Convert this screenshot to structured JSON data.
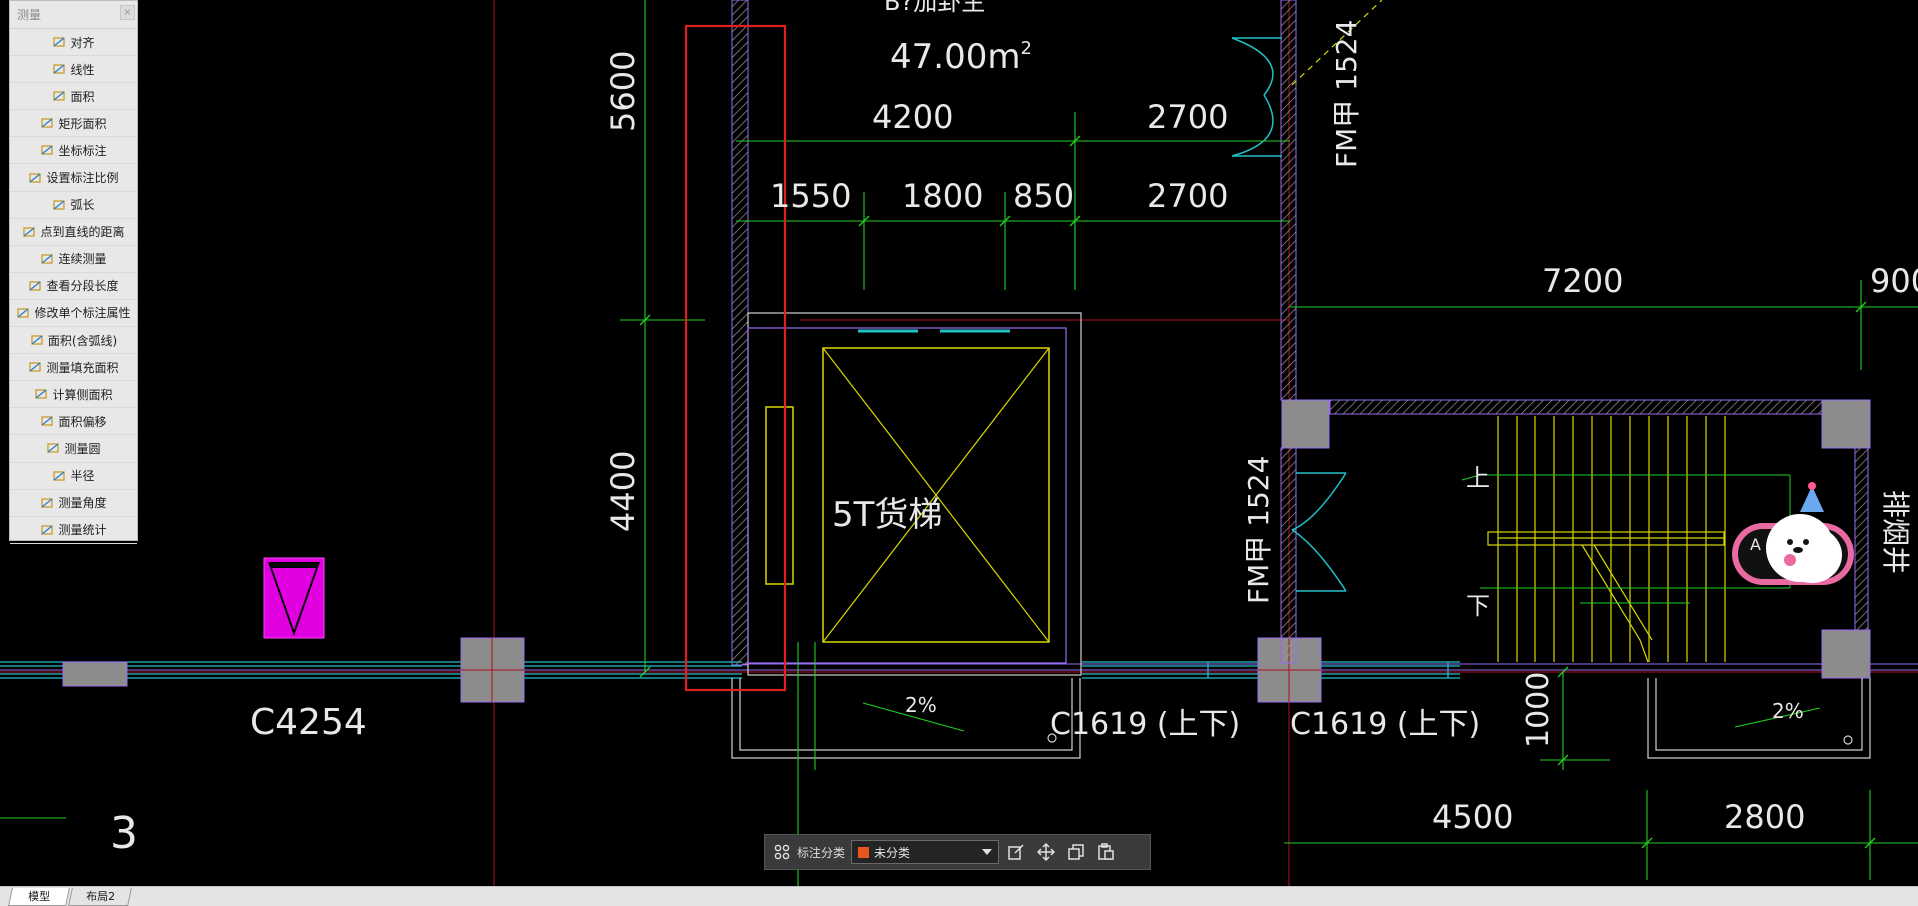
{
  "measure_panel": {
    "title": "测量",
    "tools": [
      {
        "label": "对齐",
        "icon": "align-dimension-icon"
      },
      {
        "label": "线性",
        "icon": "linear-dimension-icon"
      },
      {
        "label": "面积",
        "icon": "area-icon"
      },
      {
        "label": "矩形面积",
        "icon": "rect-area-icon"
      },
      {
        "label": "坐标标注",
        "icon": "coordinate-icon"
      },
      {
        "label": "设置标注比例",
        "icon": "scale-icon"
      },
      {
        "label": "弧长",
        "icon": "arc-length-icon"
      },
      {
        "label": "点到直线的距离",
        "icon": "point-line-distance-icon"
      },
      {
        "label": "连续测量",
        "icon": "continuous-measure-icon"
      },
      {
        "label": "查看分段长度",
        "icon": "segment-length-icon"
      },
      {
        "label": "修改单个标注属性",
        "icon": "edit-dimension-icon"
      },
      {
        "label": "面积(含弧线)",
        "icon": "arc-area-icon"
      },
      {
        "label": "测量填充面积",
        "icon": "hatch-area-icon"
      },
      {
        "label": "计算侧面积",
        "icon": "side-area-icon"
      },
      {
        "label": "面积偏移",
        "icon": "area-offset-icon"
      },
      {
        "label": "测量圆",
        "icon": "circle-measure-icon"
      },
      {
        "label": "半径",
        "icon": "radius-icon"
      },
      {
        "label": "测量角度",
        "icon": "angle-icon"
      },
      {
        "label": "测量统计",
        "icon": "statistics-icon"
      }
    ]
  },
  "drawing": {
    "room_area_value": "47.00m",
    "room_area_sup": "2",
    "room_name_partial": "B?加卦生",
    "dims_top_row1": [
      "4200",
      "2700"
    ],
    "dims_top_row2": [
      "1550",
      "1800",
      "850",
      "2700"
    ],
    "dim_left_upper": "5600",
    "dim_left_lower": "4400",
    "dim_right_top": "7200",
    "dim_right_top_cut": "900",
    "dims_bottom": [
      "4500",
      "2800"
    ],
    "dim_vertical_small": "1000",
    "elevator_label": "5T货梯",
    "door_label_1": "FM甲 1524",
    "door_label_2": "FM甲 1524",
    "window_label_left": "C4254",
    "window_label_mid": "C1619 (上下)",
    "window_label_right": "C1619 (上下)",
    "slope_1": "2%",
    "slope_2": "2%",
    "stair_up": "上",
    "stair_down": "下",
    "right_edge_vertical": "排烟井",
    "axis_number": "3",
    "mascot_badge": "A"
  },
  "annotation_toolbar": {
    "label": "标注分类",
    "category": "未分类",
    "category_color": "#e8551e"
  },
  "tabs": [
    "模型",
    "布局2"
  ]
}
